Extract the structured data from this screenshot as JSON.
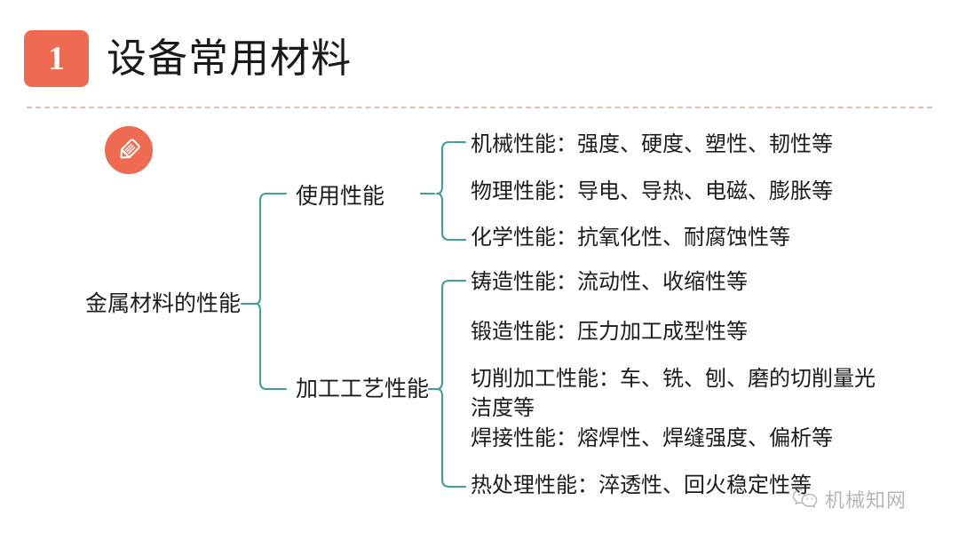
{
  "header": {
    "section_number": "1",
    "title": "设备常用材料",
    "badge_color": "#ee6b51",
    "divider_color": "#e8bfae"
  },
  "decoration": {
    "pencil_icon": "pencil-icon",
    "pencil_circle_color": "#ee6b51"
  },
  "mindmap": {
    "line_color": "#3f9f91",
    "root": {
      "label": "金属材料的性能"
    },
    "branches": [
      {
        "label": "使用性能",
        "leaves": [
          {
            "text": "机械性能：强度、硬度、塑性、韧性等"
          },
          {
            "text": "物理性能：导电、导热、电磁、膨胀等"
          },
          {
            "text": "化学性能：抗氧化性、耐腐蚀性等"
          }
        ]
      },
      {
        "label": "加工工艺性能",
        "leaves": [
          {
            "text": "铸造性能：流动性、收缩性等"
          },
          {
            "text": "锻造性能：压力加工成型性等"
          },
          {
            "text": "切削加工性能：车、铣、刨、磨的切削量光洁度等"
          },
          {
            "text": "焊接性能：熔焊性、焊缝强度、偏析等"
          },
          {
            "text": "热处理性能：淬透性、回火稳定性等"
          }
        ]
      }
    ]
  },
  "watermark": {
    "icon": "wechat-icon",
    "text": "机械知网",
    "color": "#8a8a8a"
  }
}
